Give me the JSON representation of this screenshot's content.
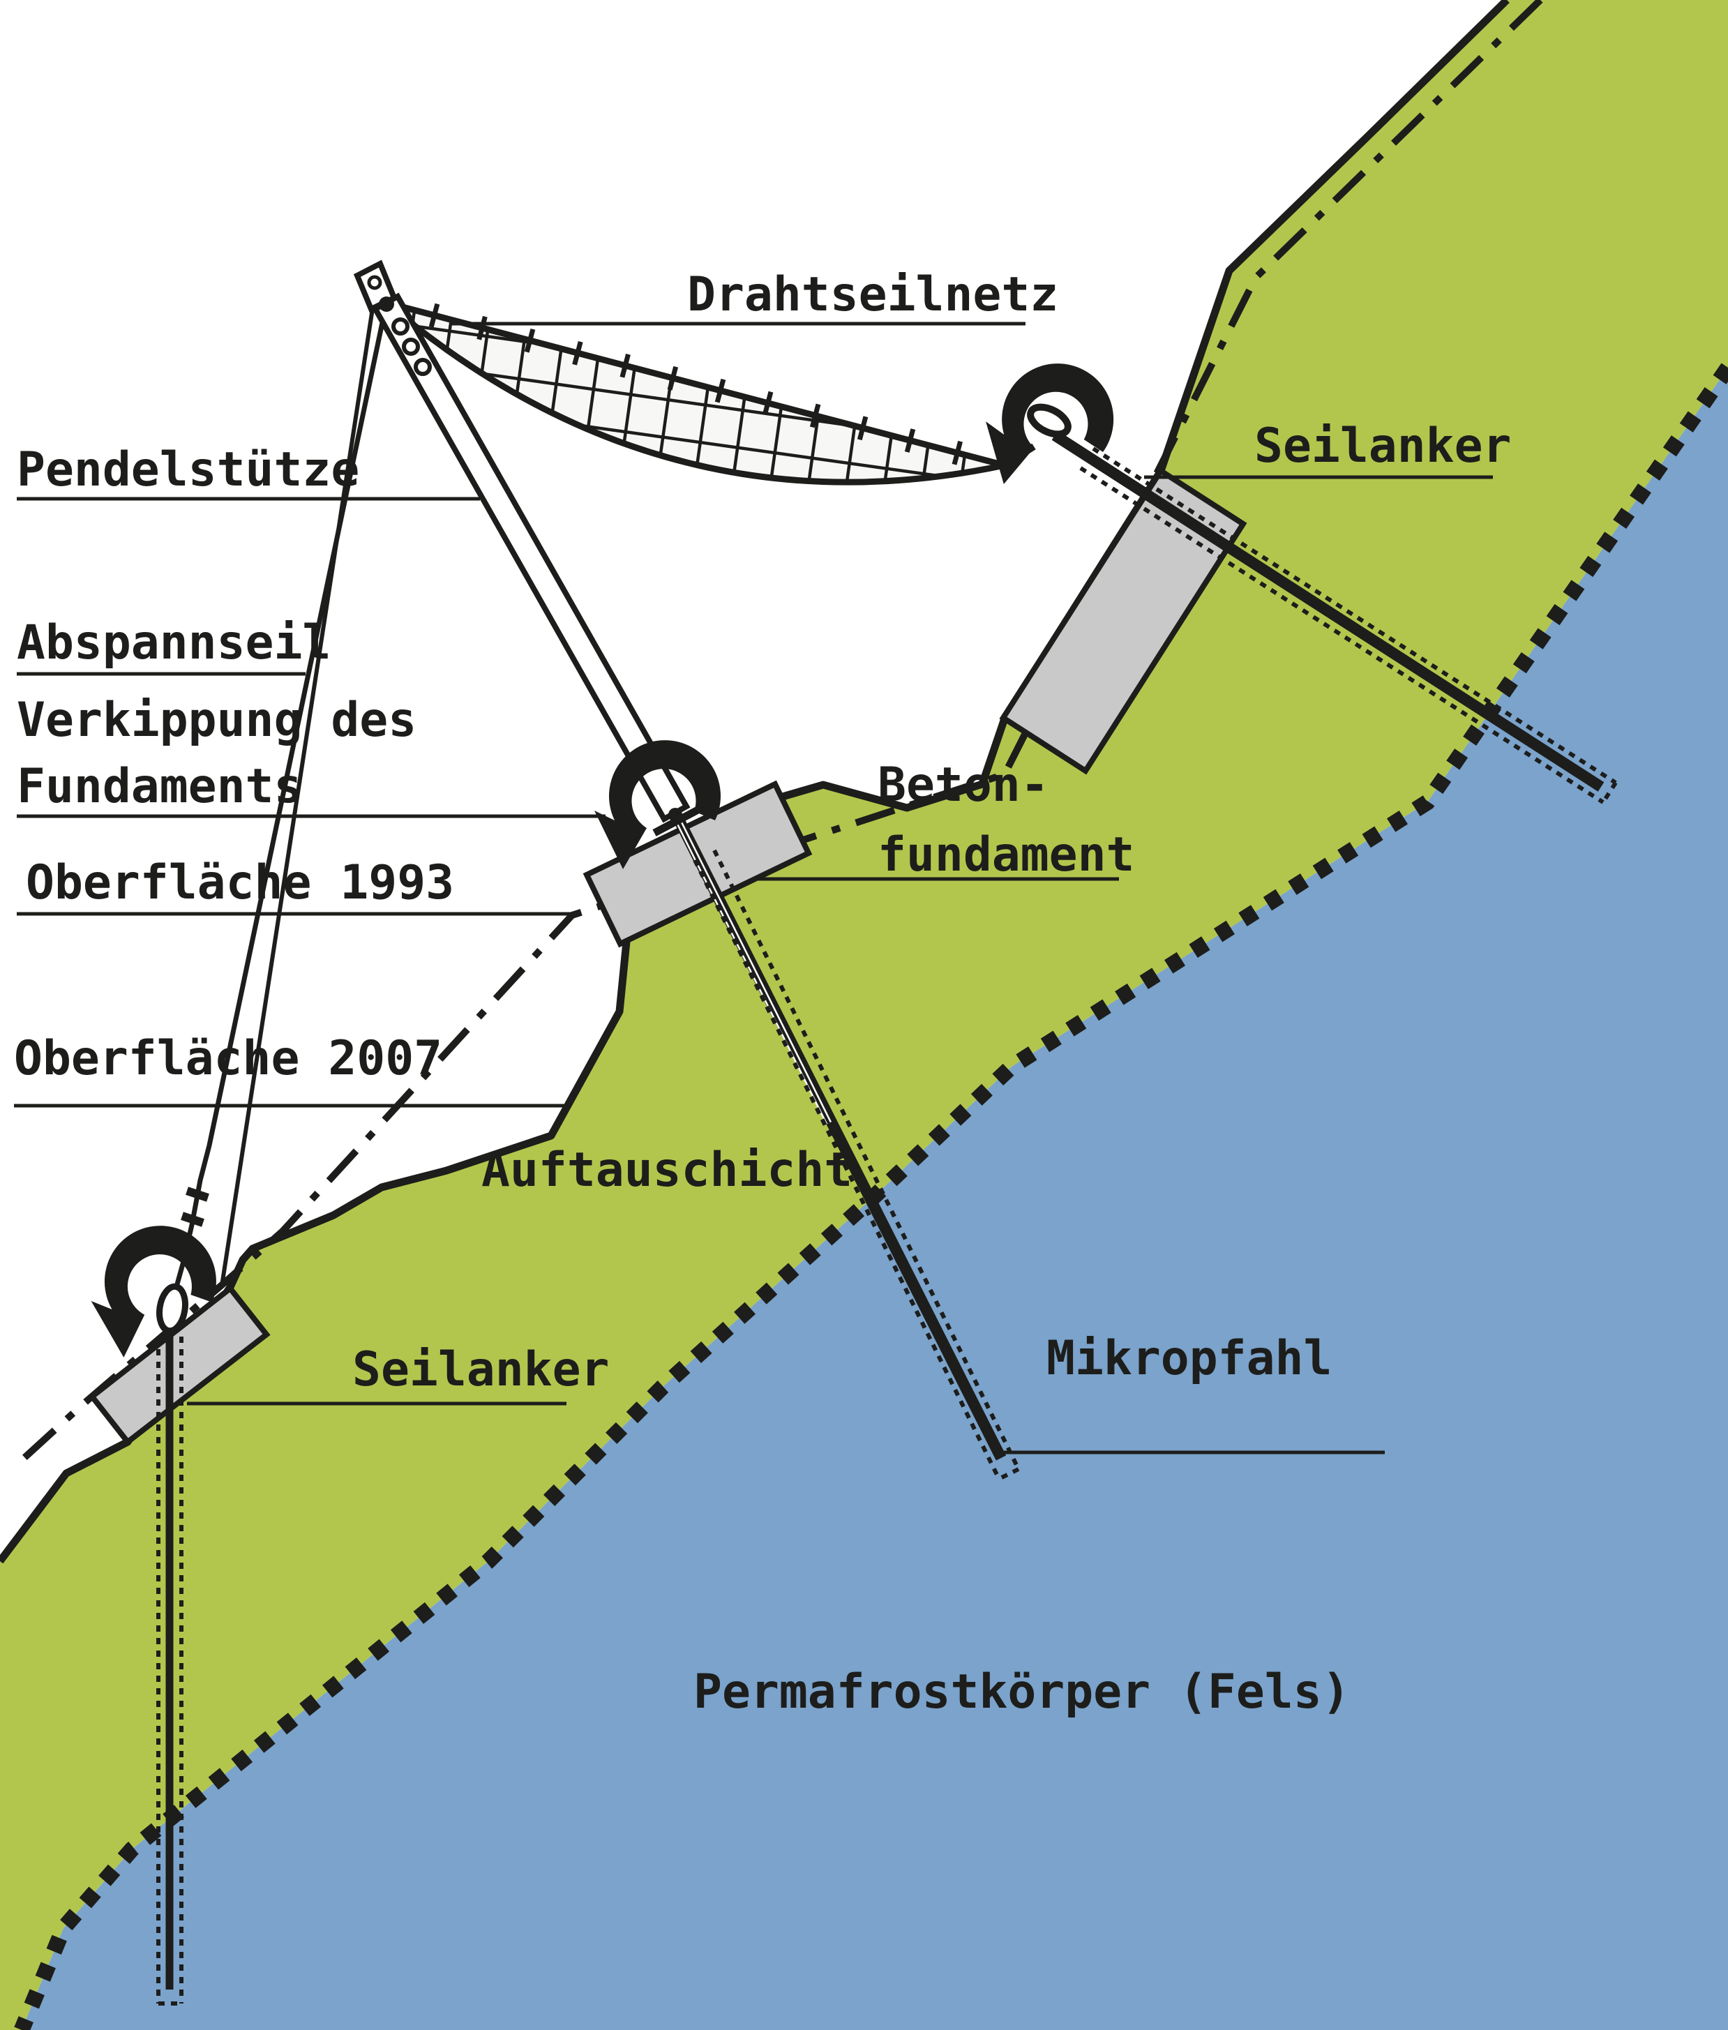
{
  "labels": {
    "drahtseilnetz": "Drahtseilnetz",
    "pendelstuetze": "Pendelstütze",
    "abspannseil": "Abspannseil",
    "verkippung_line1": "Verkippung des",
    "verkippung_line2": "Fundaments",
    "oberflaeche_1993": "Oberfläche 1993",
    "oberflaeche_2007": "Oberfläche 2007",
    "auftauschicht": "Auftauschicht",
    "betonfundament_line1": "Beton-",
    "betonfundament_line2": "fundament",
    "mikropfahl": "Mikropfahl",
    "seilanker_oben": "Seilanker",
    "seilanker_unten": "Seilanker",
    "permafrostkoerper": "Permafrostkörper (Fels)"
  },
  "colors": {
    "thaw_layer_green": "#b2c64d",
    "permafrost_blue": "#7ba3cb",
    "concrete_gray": "#c9c9c9",
    "net_fill": "#f7f7f5",
    "line_black": "#1d1d1b",
    "background_white": "#ffffff"
  }
}
